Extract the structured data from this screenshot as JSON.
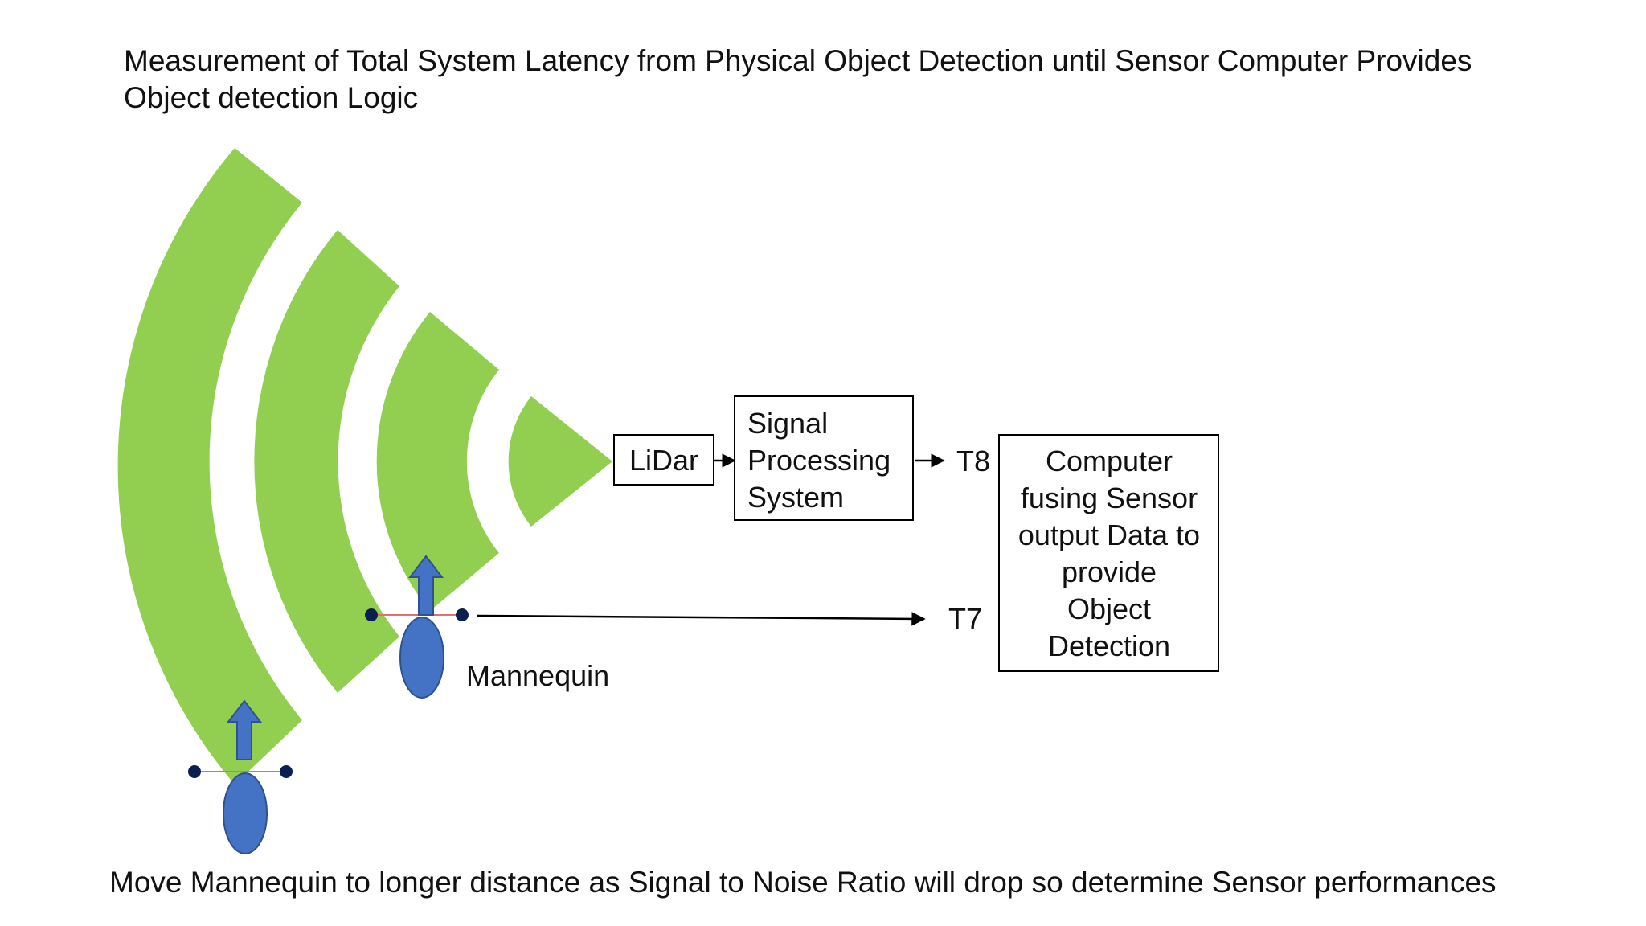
{
  "title_line1": "Measurement of Total System Latency from Physical Object Detection until Sensor Computer Provides",
  "title_line2": "Object detection Logic",
  "footer": "Move Mannequin to longer distance as Signal to Noise Ratio will drop so determine Sensor performances",
  "lidar_label": "LiDar",
  "signal_box": [
    "Signal",
    "Processing",
    "System"
  ],
  "computer_box": [
    "Computer",
    "fusing Sensor",
    "output Data to",
    "provide",
    "Object",
    "Detection"
  ],
  "t8_label": "T8",
  "t7_label": "T7",
  "mannequin_label": "Mannequin",
  "colors": {
    "wave_green": "#92CE50",
    "mannequin_blue": "#4472C4",
    "dot_navy": "#0B1F4F",
    "line_red": "#E07070"
  },
  "icons": [
    "wifi-signal-waves",
    "mannequin-figure",
    "arrow-up-icon",
    "arrow-right-icon"
  ]
}
